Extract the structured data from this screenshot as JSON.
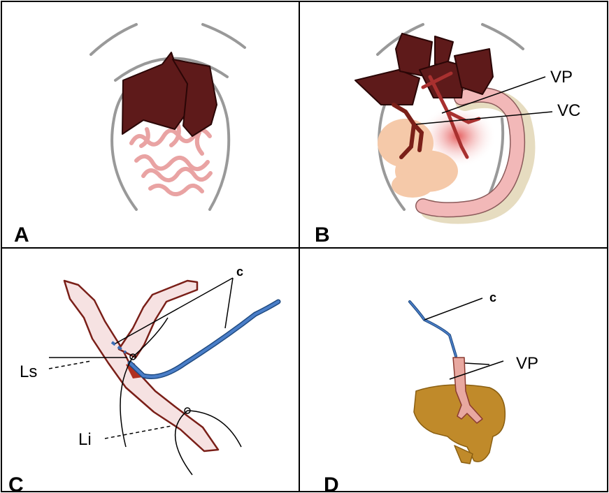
{
  "panels": {
    "a": {
      "letter": "A"
    },
    "b": {
      "letter": "B",
      "labels": {
        "vp": "VP",
        "vc": "VC"
      }
    },
    "c": {
      "letter": "C",
      "labels": {
        "c": "c",
        "ls": "Ls",
        "li": "Li"
      }
    },
    "d": {
      "letter": "D",
      "labels": {
        "c": "c",
        "vp": "VP"
      }
    }
  },
  "colors": {
    "liver": "#5e1a1a",
    "intestine": "#f2b8b8",
    "vessel_pink": "#f3d6d6",
    "catheter": "#3b6db5",
    "graft_liver": "#c08a2a",
    "frame": "#000000",
    "abdomen_outline": "#999999"
  }
}
